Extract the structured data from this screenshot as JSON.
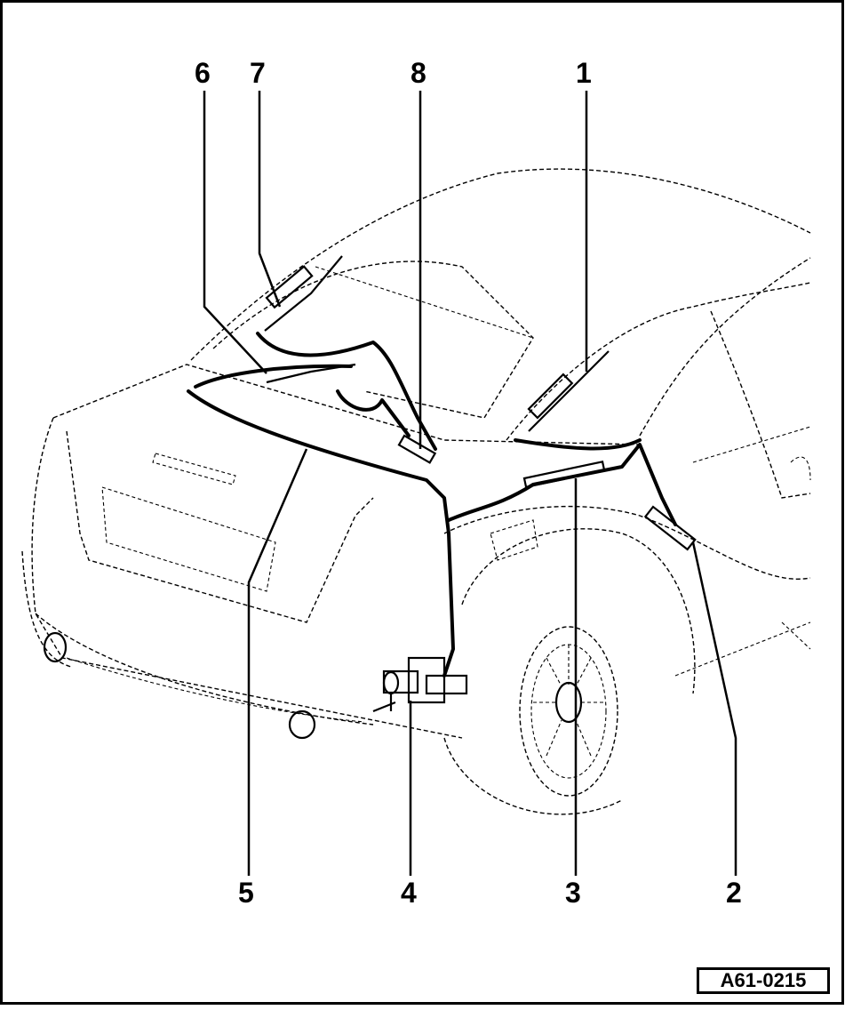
{
  "figure": {
    "reference_code": "A61-0215",
    "callouts": [
      {
        "id": "c1",
        "label": "1"
      },
      {
        "id": "c2",
        "label": "2"
      },
      {
        "id": "c3",
        "label": "3"
      },
      {
        "id": "c4",
        "label": "4"
      },
      {
        "id": "c5",
        "label": "5"
      },
      {
        "id": "c6",
        "label": "6"
      },
      {
        "id": "c7",
        "label": "7"
      },
      {
        "id": "c8",
        "label": "8"
      }
    ]
  }
}
